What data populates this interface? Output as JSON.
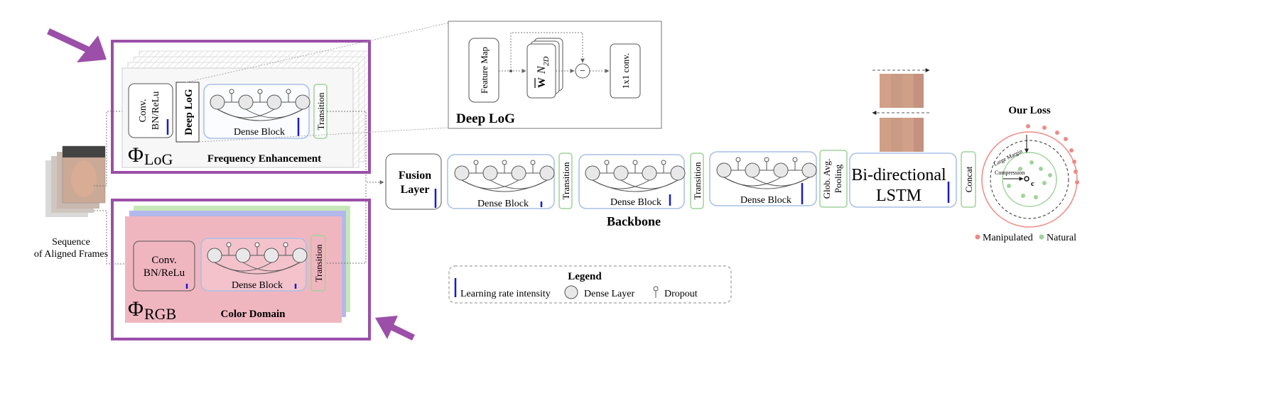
{
  "input": {
    "label_line1": "Sequence",
    "label_line2": "of Aligned Frames"
  },
  "log_branch": {
    "conv_line1": "Conv.",
    "conv_line2": "BN/ReLu",
    "deep_log": "Deep LoG",
    "dense_block": "Dense Block",
    "transition": "Transition",
    "phi": "Φ",
    "phi_sub": "LoG",
    "title": "Frequency Enhancement"
  },
  "rgb_branch": {
    "conv_line1": "Conv.",
    "conv_line2": "BN/ReLu",
    "dense_block": "Dense Block",
    "transition": "Transition",
    "phi": "Φ",
    "phi_sub": "RGB",
    "title": "Color Domain"
  },
  "deep_log_detail": {
    "feature_map": "Feature Map",
    "w_symbol": "W",
    "n2d": "N",
    "n2d_sub": "2D",
    "minus": "−",
    "conv1x1": "1x1 conv.",
    "title": "Deep LoG"
  },
  "backbone": {
    "fusion_line1": "Fusion",
    "fusion_line2": "Layer",
    "dense_block_1": "Dense Block",
    "transition_1": "Transition",
    "dense_block_2": "Dense Block",
    "transition_2": "Transition",
    "dense_block_3": "Dense Block",
    "pooling_line1": "Glob. Avg.",
    "pooling_line2": "Pooling",
    "lstm_line1": "Bi-directional",
    "lstm_line2": "LSTM",
    "concat": "Concat",
    "title": "Backbone"
  },
  "loss": {
    "title": "Our Loss",
    "large_margin": "Large Margin",
    "compression": "Compression",
    "center": "c",
    "legend_manipulated": "Manipulated",
    "legend_natural": "Natural"
  },
  "legend": {
    "title": "Legend",
    "learning_rate": "Learning rate intensity",
    "dense_layer": "Dense Layer",
    "dropout": "Dropout"
  },
  "colors": {
    "purple_highlight": "#9b4fa8",
    "blue_block": "#a9bfe6",
    "green_transition": "#9fd49a",
    "rgb_fill": "#f0b6c0",
    "rgb_blue": "#b3b8ec",
    "rgb_green": "#c6e8b8",
    "lr_bar": "#1a1acc",
    "manipulated": "#ee8a86",
    "natural": "#9fd49a"
  }
}
